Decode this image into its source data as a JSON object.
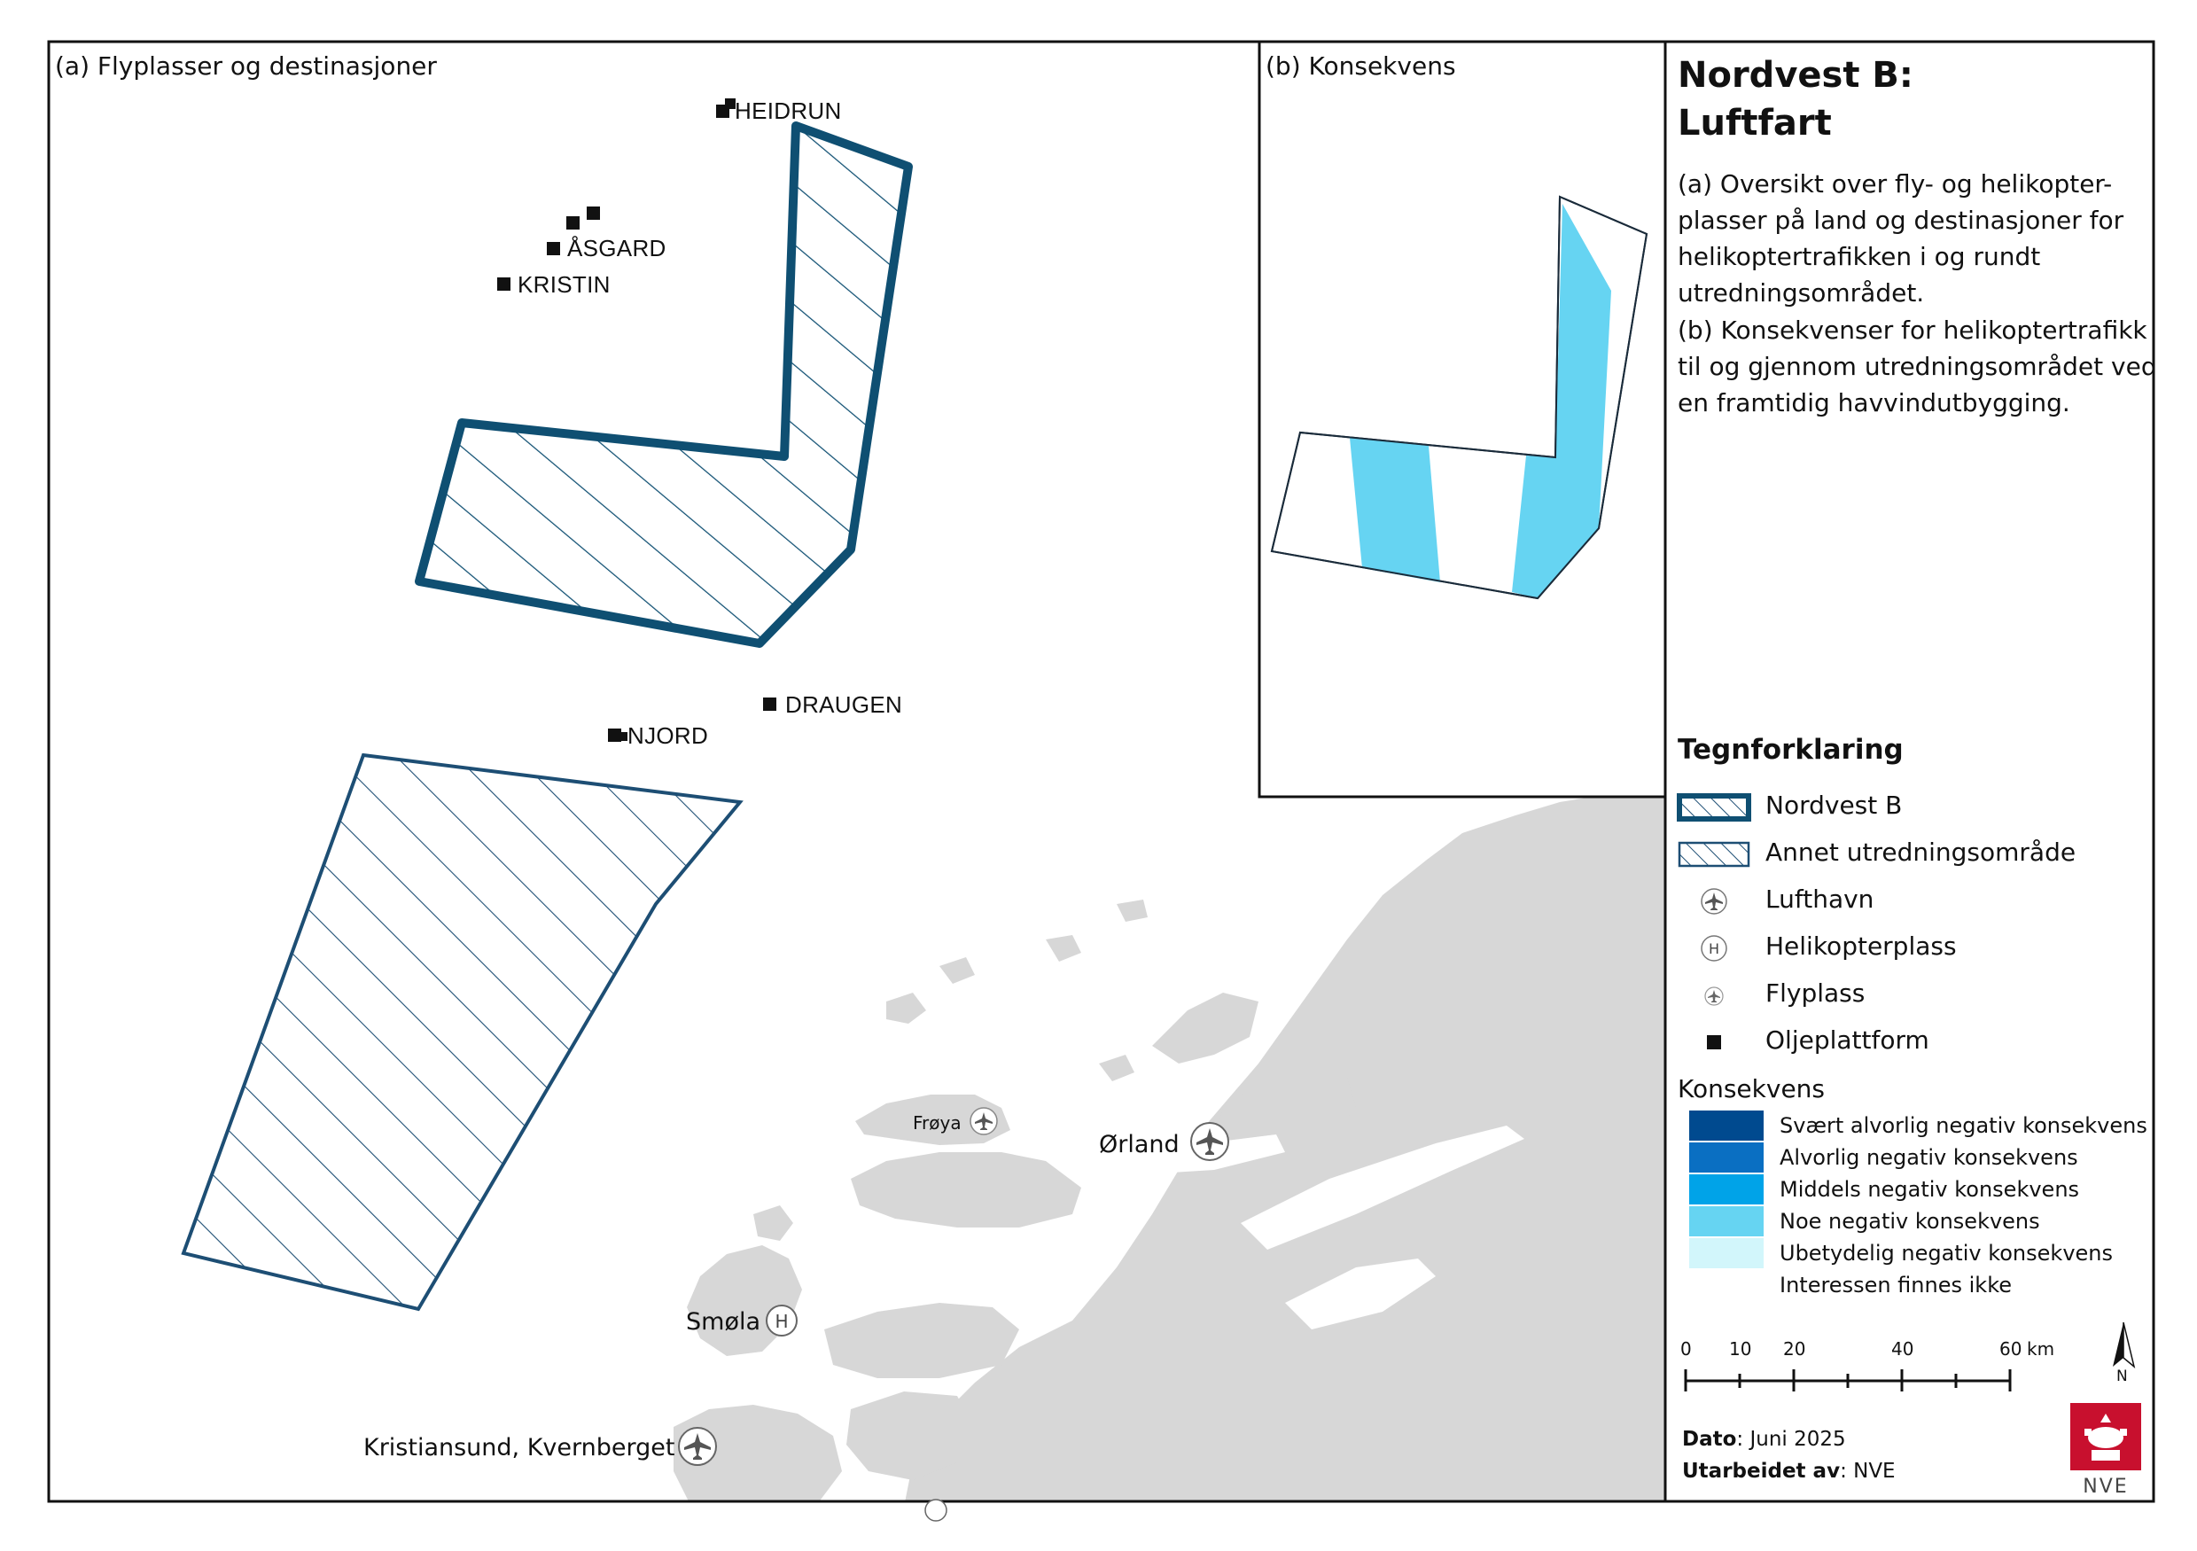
{
  "panel_a_title": "(a) Flyplasser og destinasjoner",
  "panel_b_title": "(b) Konsekvens",
  "title_line1": "Nordvest B:",
  "title_line2": "Luftfart",
  "description_a": "(a) Oversikt over fly- og helikopter-plasser på land og destinasjoner for helikoptertrafikken i og rundt utredningsområdet.",
  "description_b": "(b) Konsekvenser for helikoptertrafikk til og gjennom utredningsområdet ved en framtidig havvindutbygging.",
  "platforms": [
    "HEIDRUN",
    "ÅSGARD",
    "KRISTIN",
    "DRAUGEN",
    "NJORD"
  ],
  "places": {
    "froya": "Frøya",
    "orland": "Ørland",
    "smola": "Smøla",
    "kristiansund": "Kristiansund, Kvernberget"
  },
  "legend": {
    "heading": "Tegnforklaring",
    "items": [
      "Nordvest B",
      "Annet utredningsområde",
      "Lufthavn",
      "Helikopterplass",
      "Flyplass",
      "Oljeplattform"
    ]
  },
  "konsekvens": {
    "heading": "Konsekvens",
    "classes": [
      {
        "label": "Svært alvorlig negativ konsekvens",
        "color": "#004a8f"
      },
      {
        "label": "Alvorlig negativ konsekvens",
        "color": "#0a6fc2"
      },
      {
        "label": "Middels negativ konsekvens",
        "color": "#00a3e8"
      },
      {
        "label": "Noe negativ konsekvens",
        "color": "#66d4f2"
      },
      {
        "label": "Ubetydelig negativ konsekvens",
        "color": "#d2f6fb"
      },
      {
        "label": "Interessen finnes ikke",
        "color": "#ffffff"
      }
    ]
  },
  "scale": {
    "ticks": [
      "0",
      "10",
      "20",
      "40",
      "60"
    ],
    "unit": "km"
  },
  "north_label": "N",
  "footer": {
    "date_label": "Dato",
    "date_value": ": Juni 2025",
    "author_label": "Utarbeidet av",
    "author_value": ": NVE"
  },
  "logo_text": "NVE",
  "colors": {
    "nordvest_b": "#0f4f72",
    "other_area": "#1d4e74",
    "land": "#d7d7d7",
    "noe_negativ": "#66d4f2",
    "logo_red": "#c8102e"
  }
}
